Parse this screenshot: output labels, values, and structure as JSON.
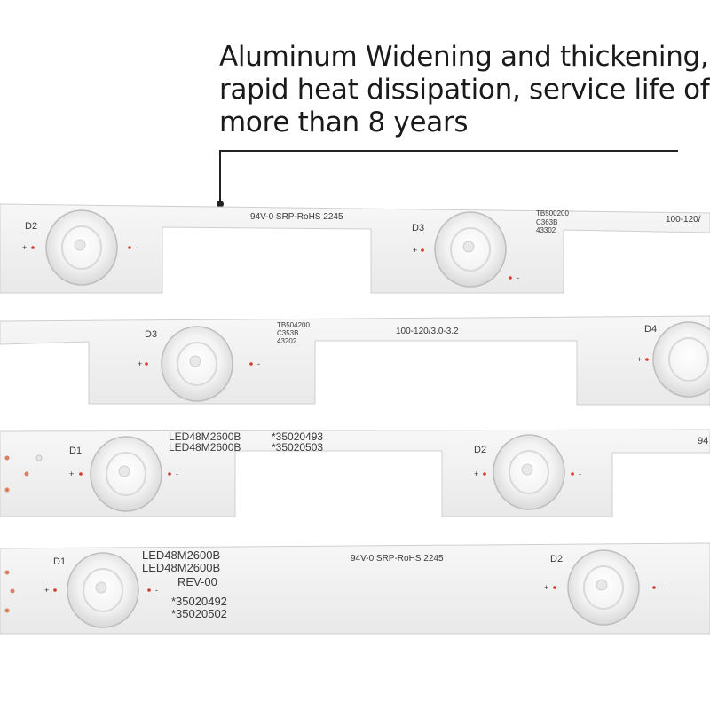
{
  "headline": {
    "line1": "Aluminum Widening and thickening,",
    "line2": "rapid heat dissipation, service life of",
    "line3": "more than 8 years"
  },
  "strips": [
    {
      "labels": [
        "D2",
        "D3"
      ],
      "texts": [
        "94V-0 SRP-RoHS 2245",
        "TB500200",
        "C363B",
        "43302",
        "100-120/"
      ]
    },
    {
      "labels": [
        "D3",
        "D4"
      ],
      "texts": [
        "TB504200",
        "C353B",
        "43202",
        "100-120/3.0-3.2"
      ]
    },
    {
      "labels": [
        "D1",
        "D2"
      ],
      "texts": [
        "LED48M2600B",
        "LED48M2600B",
        "*35020493",
        "*35020503",
        "94"
      ]
    },
    {
      "labels": [
        "D1",
        "D2"
      ],
      "texts": [
        "LED48M2600B",
        "LED48M2600B",
        "REV-00",
        "*35020492",
        "*35020502",
        "94V-0 SRP-RoHS 2245"
      ]
    }
  ],
  "polarity": {
    "plus": "+",
    "minus": "-"
  },
  "colors": {
    "strip": "#f2f2f2",
    "strip_edge": "#c9c9c9",
    "text": "#1a1a1a",
    "led_dot": "#d23a2a"
  }
}
